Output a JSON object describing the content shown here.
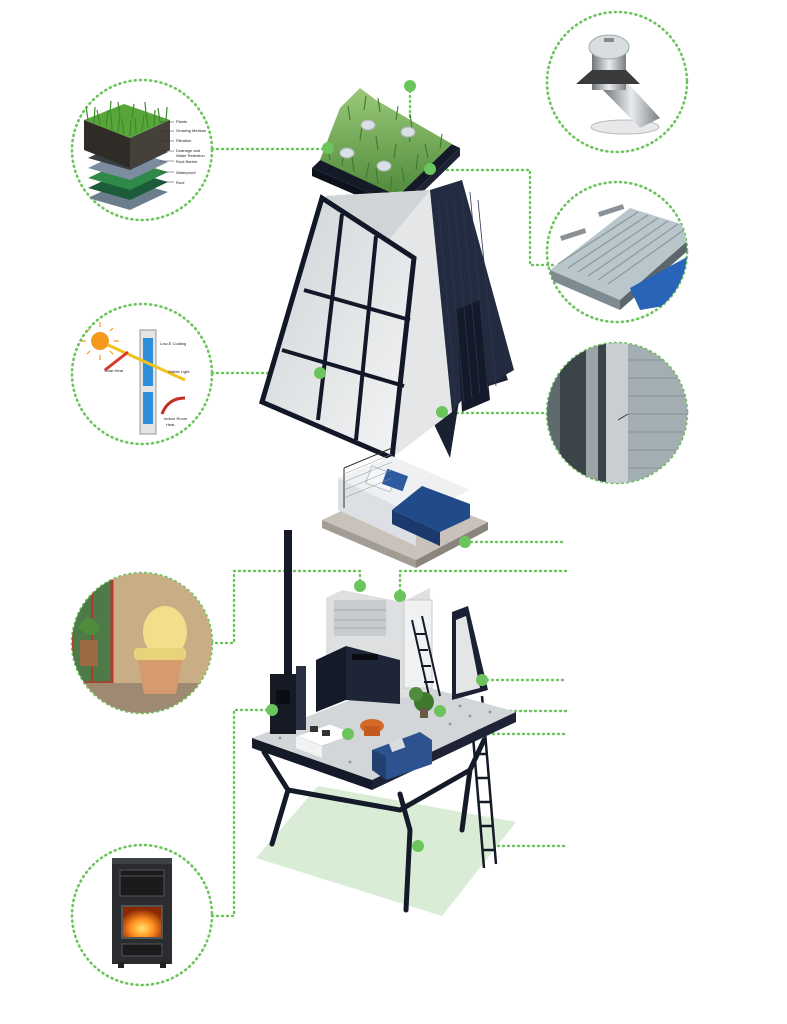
{
  "colors": {
    "leader": "#6cc45c",
    "frame": "#1b2236",
    "shadow": "#d8ecd6",
    "sheet": "#b7c4c9",
    "blanket": "#214a8a"
  },
  "green_roof_layers": [
    "Plants",
    "Growing Medium",
    "Filtration",
    "Drainage and",
    "Water Retention",
    "Root Barrier",
    "Waterproof",
    "Roof"
  ],
  "glazing_labels": [
    "Low-E Coating",
    "Solar Heat",
    "Visible Light",
    "Indoor Room",
    "Heat"
  ],
  "icons": [
    "green-roof-detail",
    "skylight-tube",
    "metal-roof-panel",
    "wall-cladding-detail",
    "low-e-glazing",
    "composting-toilet",
    "wood-stove"
  ]
}
